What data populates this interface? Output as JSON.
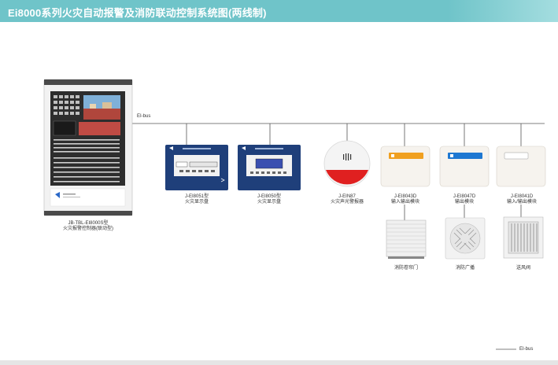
{
  "header": {
    "title": "Ei8000系列火灾自动报警及消防联动控制系统图(两线制)",
    "color": "#6fc4c9"
  },
  "bus": {
    "label": "EI-bus"
  },
  "legend": {
    "label": "EI-bus"
  },
  "controller": {
    "model": "JB-TBL-EI8000S型",
    "name": "火灾报警控制器(联动型)"
  },
  "devices": [
    {
      "model": "J-EI8051型",
      "name": "火灾显示盘"
    },
    {
      "model": "J-EI8050型",
      "name": "火灾显示盘"
    },
    {
      "model": "J-EIN87",
      "name": "火灾声光警报器"
    },
    {
      "model": "J-EI8043D",
      "name": "输入输出模块"
    },
    {
      "model": "J-EI8047D",
      "name": "输出模块"
    },
    {
      "model": "J-EI8041D",
      "name": "输入/输出模块"
    }
  ],
  "equipment": [
    {
      "name": "消防卷帘门"
    },
    {
      "name": "消防广播"
    },
    {
      "name": "送风阀"
    }
  ],
  "colors": {
    "panel_blue": "#1f3f7a",
    "alarm_red": "#e02020",
    "module_orange": "#f0a020",
    "module_blue": "#1e78d2"
  }
}
